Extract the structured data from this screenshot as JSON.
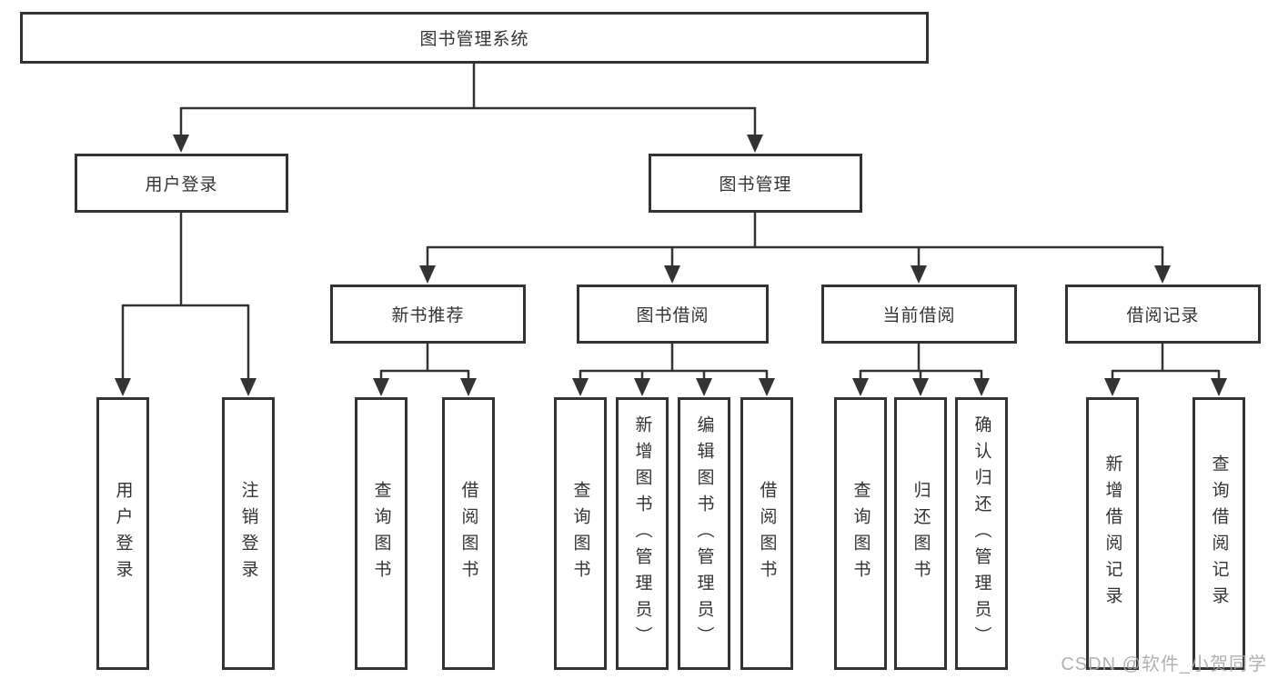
{
  "diagram": {
    "title_node": {
      "label": "图书管理系统"
    },
    "level2": [
      {
        "label": "用户登录"
      },
      {
        "label": "图书管理"
      }
    ],
    "level3": [
      {
        "label": "新书推荐"
      },
      {
        "label": "图书借阅"
      },
      {
        "label": "当前借阅"
      },
      {
        "label": "借阅记录"
      }
    ],
    "groups": [
      {
        "parent": "用户登录",
        "leaves": [
          {
            "label": "用户登录"
          },
          {
            "label": "注销登录"
          }
        ]
      },
      {
        "parent": "新书推荐",
        "leaves": [
          {
            "label": "查询图书"
          },
          {
            "label": "借阅图书"
          }
        ]
      },
      {
        "parent": "图书借阅",
        "leaves": [
          {
            "label": "查询图书"
          },
          {
            "label": "新增图书（管理员）"
          },
          {
            "label": "编辑图书（管理员）"
          },
          {
            "label": "借阅图书"
          }
        ]
      },
      {
        "parent": "当前借阅",
        "leaves": [
          {
            "label": "查询图书"
          },
          {
            "label": "归还图书"
          },
          {
            "label": "确认归还（管理员）"
          }
        ]
      },
      {
        "parent": "借阅记录",
        "leaves": [
          {
            "label": "新增借阅记录"
          },
          {
            "label": "查询借阅记录"
          }
        ]
      }
    ],
    "line_color": "#333333",
    "text_color": "#333333",
    "background_color": "#ffffff"
  },
  "watermark": {
    "text": "CSDN @软件_小贺同学"
  }
}
